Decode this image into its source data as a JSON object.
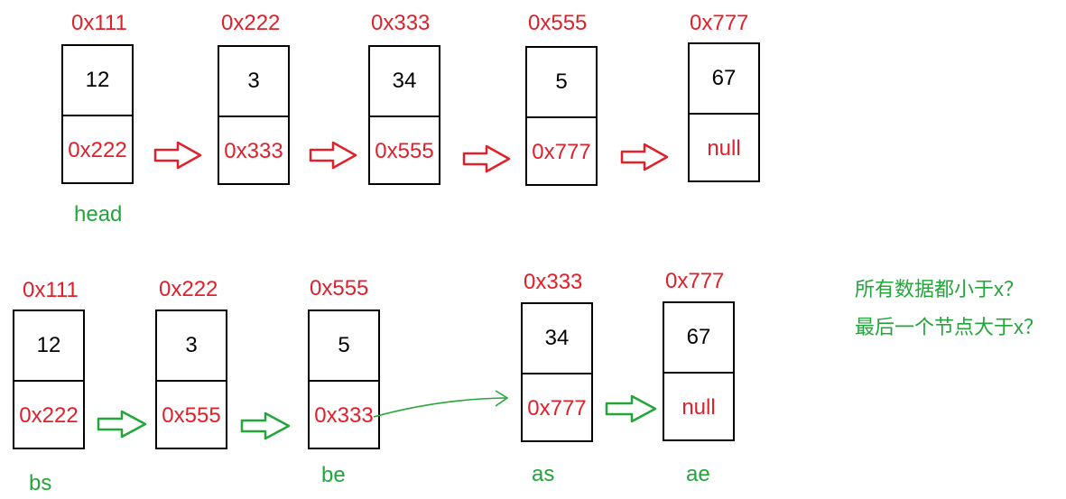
{
  "top_list": {
    "nodes": [
      {
        "addr": "0x111",
        "val": "12",
        "next": "0x222"
      },
      {
        "addr": "0x222",
        "val": "3",
        "next": "0x333"
      },
      {
        "addr": "0x333",
        "val": "34",
        "next": "0x555"
      },
      {
        "addr": "0x555",
        "val": "5",
        "next": "0x777"
      },
      {
        "addr": "0x777",
        "val": "67",
        "next": "null"
      }
    ],
    "head_label": "head"
  },
  "bottom_list": {
    "nodes": [
      {
        "addr": "0x111",
        "val": "12",
        "next": "0x222"
      },
      {
        "addr": "0x222",
        "val": "3",
        "next": "0x555"
      },
      {
        "addr": "0x555",
        "val": "5",
        "next": "0x333"
      },
      {
        "addr": "0x333",
        "val": "34",
        "next": "0x777"
      },
      {
        "addr": "0x777",
        "val": "67",
        "next": "null"
      }
    ],
    "labels": {
      "bs": "bs",
      "be": "be",
      "as": "as",
      "ae": "ae"
    }
  },
  "notes": [
    "所有数据都小于x？",
    "最后一个节点大于x？"
  ],
  "colors": {
    "address": "#e0202a",
    "top_arrow": "#e0202a",
    "bottom_arrow": "#22a63a",
    "label": "#22a63a"
  }
}
